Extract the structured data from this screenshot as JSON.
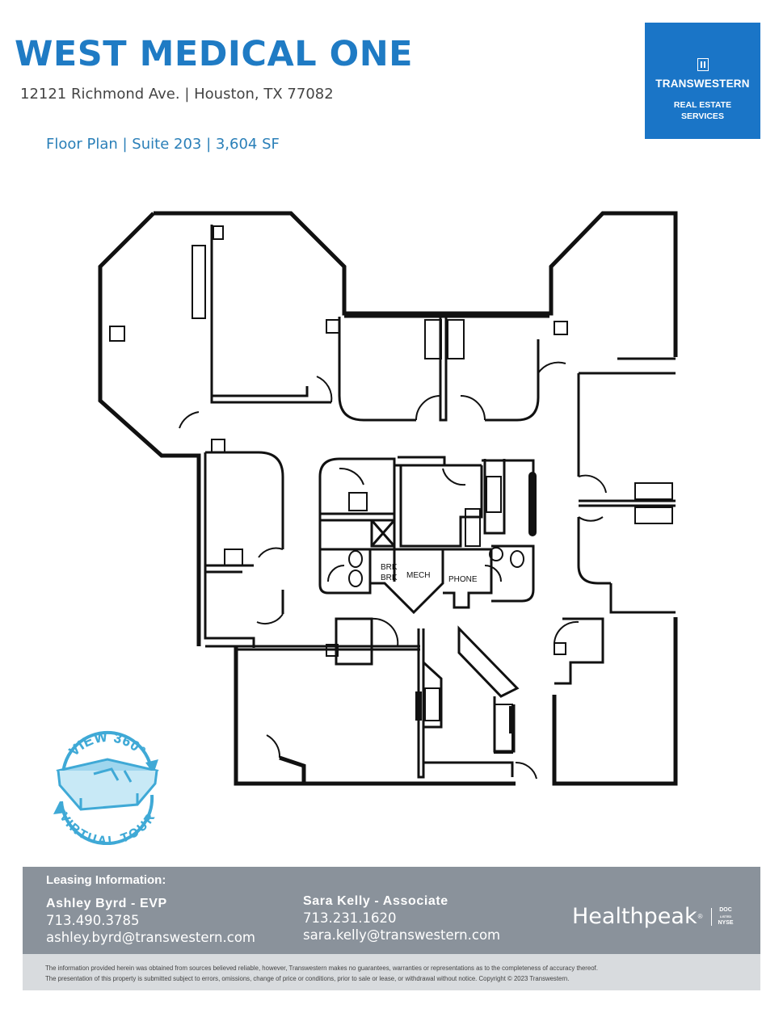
{
  "header": {
    "title": "WEST MEDICAL ONE",
    "address": "12121 Richmond Ave. | Houston, TX 77082",
    "plan_label": "Floor Plan | Suite 203 | 3,604 SF"
  },
  "brand": {
    "name": "TRANSWESTERN",
    "subtitle_line1": "REAL ESTATE",
    "subtitle_line2": "SERVICES",
    "color": "#1a75c7"
  },
  "floorplan": {
    "labels": {
      "brk1": "BRK",
      "brk2": "BRK",
      "mech": "MECH",
      "phone": "PHONE"
    }
  },
  "tour_badge": {
    "top_text": "VIEW 360°",
    "bottom_text": "VIRTUAL TOUR",
    "icon": "virtual-tour-icon",
    "color": "#3fa9d6"
  },
  "leasing": {
    "label": "Leasing Information:",
    "contacts": [
      {
        "name": "Ashley Byrd - EVP",
        "phone": "713.490.3785",
        "email": "ashley.byrd@transwestern.com"
      },
      {
        "name": "Sara Kelly - Associate",
        "phone": "713.231.1620",
        "email": "sara.kelly@transwestern.com"
      }
    ]
  },
  "healthpeak": {
    "wordmark": "Healthpeak",
    "reg": "®",
    "doc_line1": "DOC",
    "doc_line2": "LISTED",
    "doc_line3": "NYSE"
  },
  "disclaimer": {
    "line1": "The information provided herein was obtained from sources believed reliable, however, Transwestern makes no guarantees, warranties or representations as to the completeness of accuracy thereof.",
    "line2": "The presentation of this property is submitted subject to errors, omissions, change of price or conditions, prior to sale or lease, or withdrawal without notice. Copyright © 2023 Transwestern."
  }
}
